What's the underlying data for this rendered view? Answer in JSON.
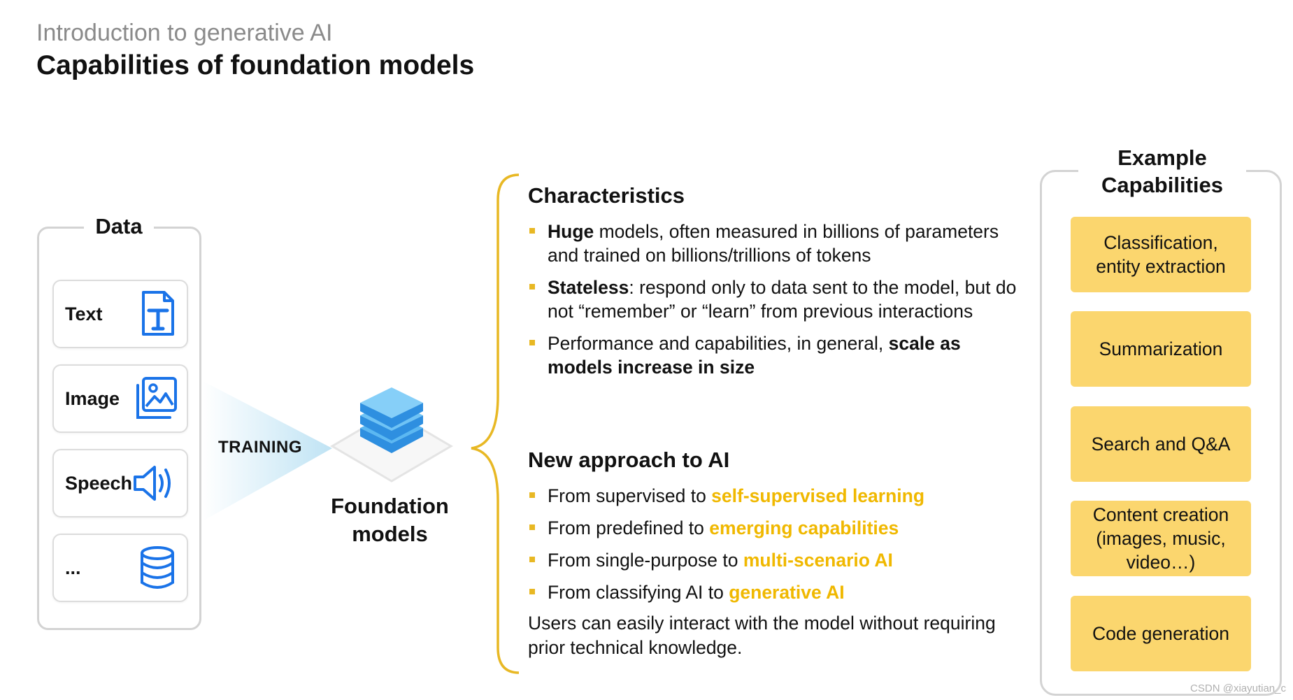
{
  "header": {
    "subtitle": "Introduction to generative AI",
    "title": "Capabilities of foundation models"
  },
  "data_panel": {
    "heading": "Data",
    "items": [
      {
        "label": "Text",
        "icon": "text-document-icon"
      },
      {
        "label": "Image",
        "icon": "image-gallery-icon"
      },
      {
        "label": "Speech",
        "icon": "speaker-icon"
      },
      {
        "label": "...",
        "icon": "database-icon"
      }
    ]
  },
  "training_label": "TRAINING",
  "foundation": {
    "label_line1": "Foundation",
    "label_line2": "models",
    "icon": "stacked-layers-icon"
  },
  "characteristics": {
    "title": "Characteristics",
    "bullets": [
      {
        "bold": "Huge",
        "rest": " models, often measured in billions of parameters and trained on billions/trillions of tokens"
      },
      {
        "bold": "Stateless",
        "rest": ": respond only to data sent to the model, but do not “remember” or “learn” from previous interactions"
      },
      {
        "pre": "Performance and capabilities, in general, ",
        "bold": "scale as models increase in size"
      }
    ]
  },
  "new_approach": {
    "title": "New approach to AI",
    "bullets": [
      {
        "pre": "From supervised to ",
        "highlight": "self-supervised learning"
      },
      {
        "pre": "From predefined to ",
        "highlight": "emerging capabilities"
      },
      {
        "pre": "From single-purpose to ",
        "highlight": "multi-scenario AI"
      },
      {
        "pre": "From classifying AI to ",
        "highlight": "generative AI"
      }
    ],
    "note": "Users can easily interact with the model without requiring prior technical knowledge."
  },
  "capabilities": {
    "heading_line1": "Example",
    "heading_line2": "Capabilities",
    "items": [
      "Classification, entity extraction",
      "Summarization",
      "Search and Q&A",
      "Content creation (images, music, video…)",
      "Code generation"
    ]
  },
  "watermark": "CSDN @xiayutian_c",
  "colors": {
    "accent_yellow": "#f0b800",
    "capability_fill": "#fbd66e",
    "icon_blue": "#1a73e8",
    "panel_border": "#d3d3d3"
  }
}
